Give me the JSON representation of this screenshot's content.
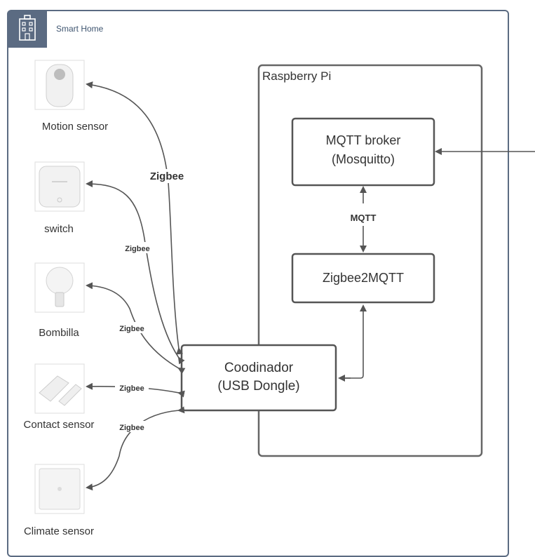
{
  "header": {
    "title": "Smart Home",
    "icon": "building-icon"
  },
  "raspberry": {
    "title": "Raspberry Pi"
  },
  "broker": {
    "line1": "MQTT broker",
    "line2": "(Mosquitto)"
  },
  "z2m": {
    "label": "Zigbee2MQTT"
  },
  "coordinator": {
    "line1": "Coodinador",
    "line2": "(USB Dongle)"
  },
  "devices": [
    {
      "label": "Motion sensor",
      "icon": "motion-sensor-icon"
    },
    {
      "label": "switch",
      "icon": "switch-icon"
    },
    {
      "label": "Bombilla",
      "icon": "bulb-icon"
    },
    {
      "label": "Contact sensor",
      "icon": "contact-sensor-icon"
    },
    {
      "label": "Climate sensor",
      "icon": "climate-sensor-icon"
    }
  ],
  "links": {
    "motion": "Zigbee",
    "switch": "Zigbee",
    "bulb": "Zigbee",
    "contact": "Zigbee",
    "climate": "Zigbee",
    "mqtt": "MQTT"
  },
  "colors": {
    "accent": "#5b6b82",
    "stroke": "#555555"
  }
}
